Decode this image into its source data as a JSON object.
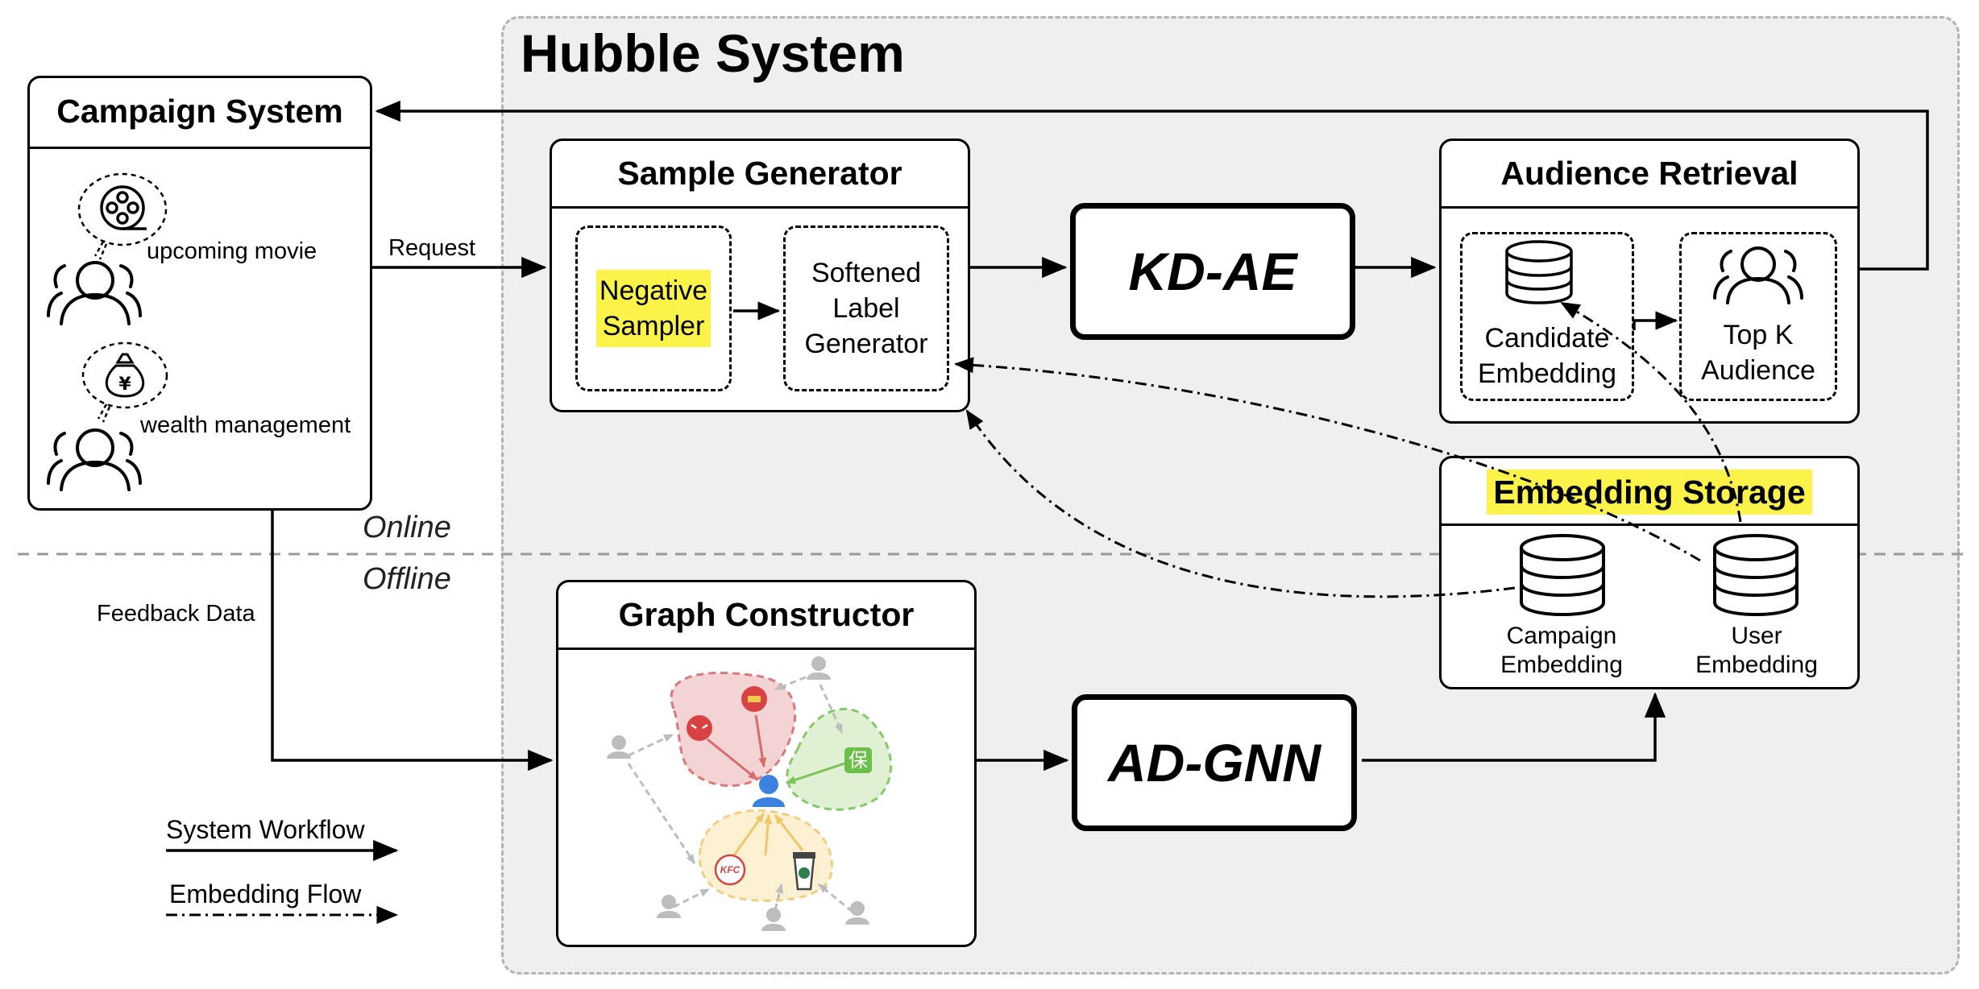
{
  "hubble_title": "Hubble System",
  "campaign": {
    "title": "Campaign System",
    "bubble1": "upcoming movie",
    "bubble2": "wealth management"
  },
  "edges": {
    "request": "Request",
    "feedback": "Feedback Data",
    "online": "Online",
    "offline": "Offline"
  },
  "sample_generator": {
    "title": "Sample Generator",
    "negative_sampler": [
      "Negative",
      "Sampler"
    ],
    "label_generator": [
      "Softened",
      "Label",
      "Generator"
    ]
  },
  "kdae": "KD-AE",
  "adgnn": "AD-GNN",
  "audience_retrieval": {
    "title": "Audience Retrieval",
    "candidate": [
      "Candidate",
      "Embedding"
    ],
    "topk": [
      "Top K",
      "Audience"
    ]
  },
  "embedding_storage": {
    "title": "Embedding Storage",
    "campaign_emb": [
      "Campaign",
      "Embedding"
    ],
    "user_emb": [
      "User",
      "Embedding"
    ]
  },
  "graph_constructor": {
    "title": "Graph Constructor",
    "badge_insurance": "保",
    "badge_kfc": "KFC"
  },
  "legend": {
    "workflow": "System Workflow",
    "embedding_flow": "Embedding Flow"
  },
  "colors": {
    "region_bg": "#efefef",
    "highlight": "#fbf34a",
    "gray_users": "#bdbdbd",
    "center_user": "#3b82e0",
    "red_cluster": "#e8a0a0",
    "green_cluster": "#9ed67f",
    "yellow_cluster": "#f7deA0"
  }
}
